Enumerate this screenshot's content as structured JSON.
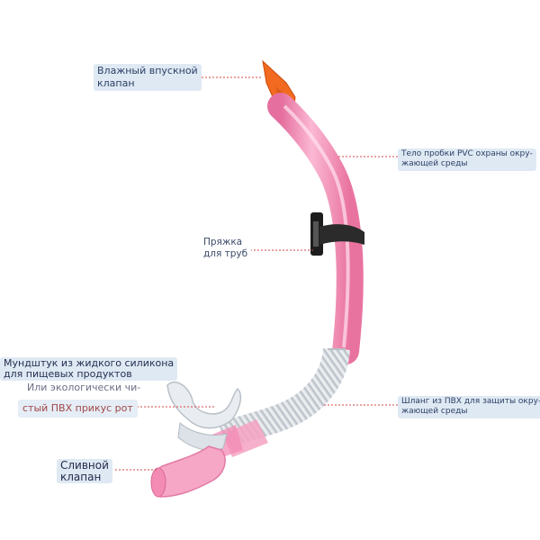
{
  "labels": {
    "purge_valve": [
      "Влажный впускной",
      "клапан"
    ],
    "tube_body": [
      "Тело пробки PVC охраны окру-",
      "жающей среды"
    ],
    "clip": [
      "Пряжка",
      "для труб"
    ],
    "mouthpiece": [
      "Мундштук из жидкого силикона",
      "для пищевых продуктов"
    ],
    "alt_mouthpiece_1": "Или экологически чи-",
    "alt_mouthpiece_2": "стый ПВХ прикус рот",
    "hose": [
      "Шланг из ПВХ для защиты окру-",
      "жающей среды"
    ],
    "drain_valve": [
      "Сливной",
      "клапан"
    ]
  },
  "colors": {
    "tube_pink": "#f48bb5",
    "tube_pink_light": "#fbc2d9",
    "top_valve_orange": "#f26a1f",
    "clip_black": "#1d1d1d",
    "leader_line": "#d64545",
    "label_bg": "#dfe9f3",
    "label_text": "#2b3f66"
  },
  "icons": {
    "product": "snorkel-illustration"
  }
}
